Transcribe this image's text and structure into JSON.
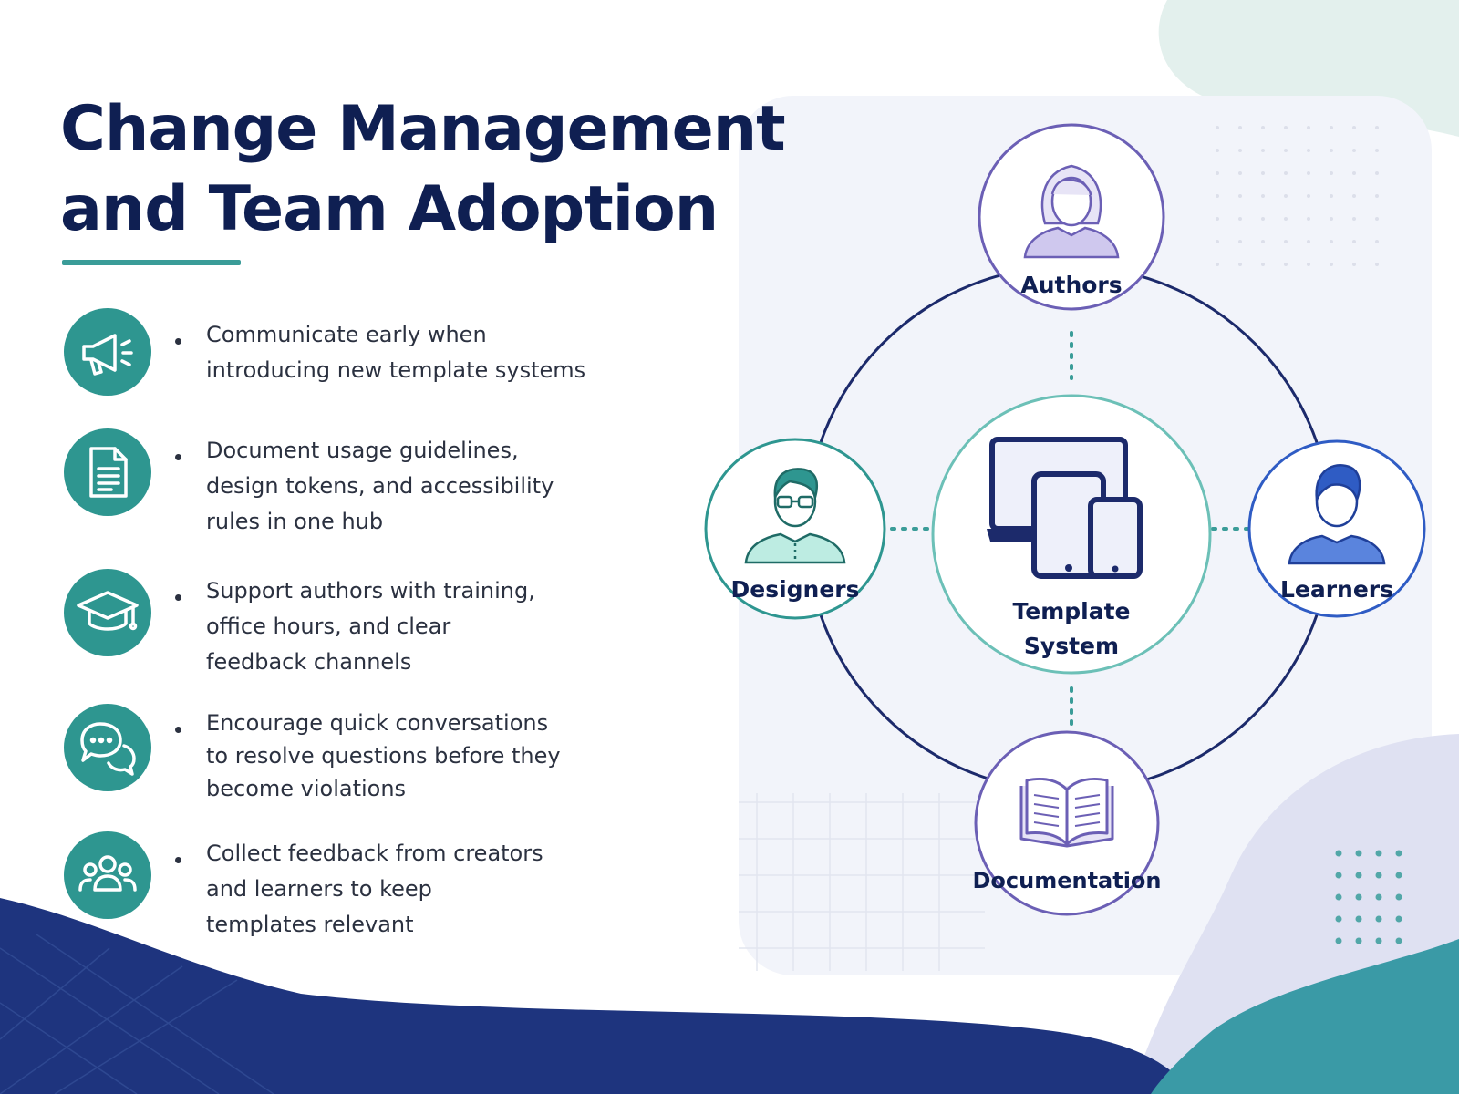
{
  "slide": {
    "title_lines": [
      "Change Management",
      "and Team Adoption"
    ],
    "items": [
      {
        "icon": "megaphone-icon",
        "lines": [
          "Communicate early when",
          "introducing new template systems"
        ]
      },
      {
        "icon": "document-icon",
        "lines": [
          "Document usage guidelines,",
          "design tokens, and accessibility",
          "rules in one hub"
        ]
      },
      {
        "icon": "graduation-cap-icon",
        "lines": [
          "Support authors with training,",
          "office hours, and clear",
          "feedback channels"
        ]
      },
      {
        "icon": "chat-bubbles-icon",
        "lines": [
          "Encourage quick conversations",
          "to resolve questions before they",
          "become violations"
        ]
      },
      {
        "icon": "people-group-icon",
        "lines": [
          "Collect feedback from creators",
          "and learners to keep",
          "templates relevant"
        ]
      }
    ]
  },
  "diagram": {
    "center": {
      "lines": [
        "Template",
        "System"
      ],
      "icon": "devices-icon"
    },
    "nodes": {
      "authors": {
        "label": "Authors",
        "icon": "woman-avatar-icon"
      },
      "designers": {
        "label": "Designers",
        "icon": "man-glasses-avatar-icon"
      },
      "learners": {
        "label": "Learners",
        "icon": "person-avatar-icon"
      },
      "documentation": {
        "label": "Documentation",
        "icon": "open-book-icon"
      }
    }
  },
  "colors": {
    "navy": "#0f1f52",
    "teal": "#2e9690",
    "purple": "#6b5fb5",
    "blue": "#2f5cc4",
    "text": "#2b3140",
    "panel": "#f2f4fa"
  }
}
